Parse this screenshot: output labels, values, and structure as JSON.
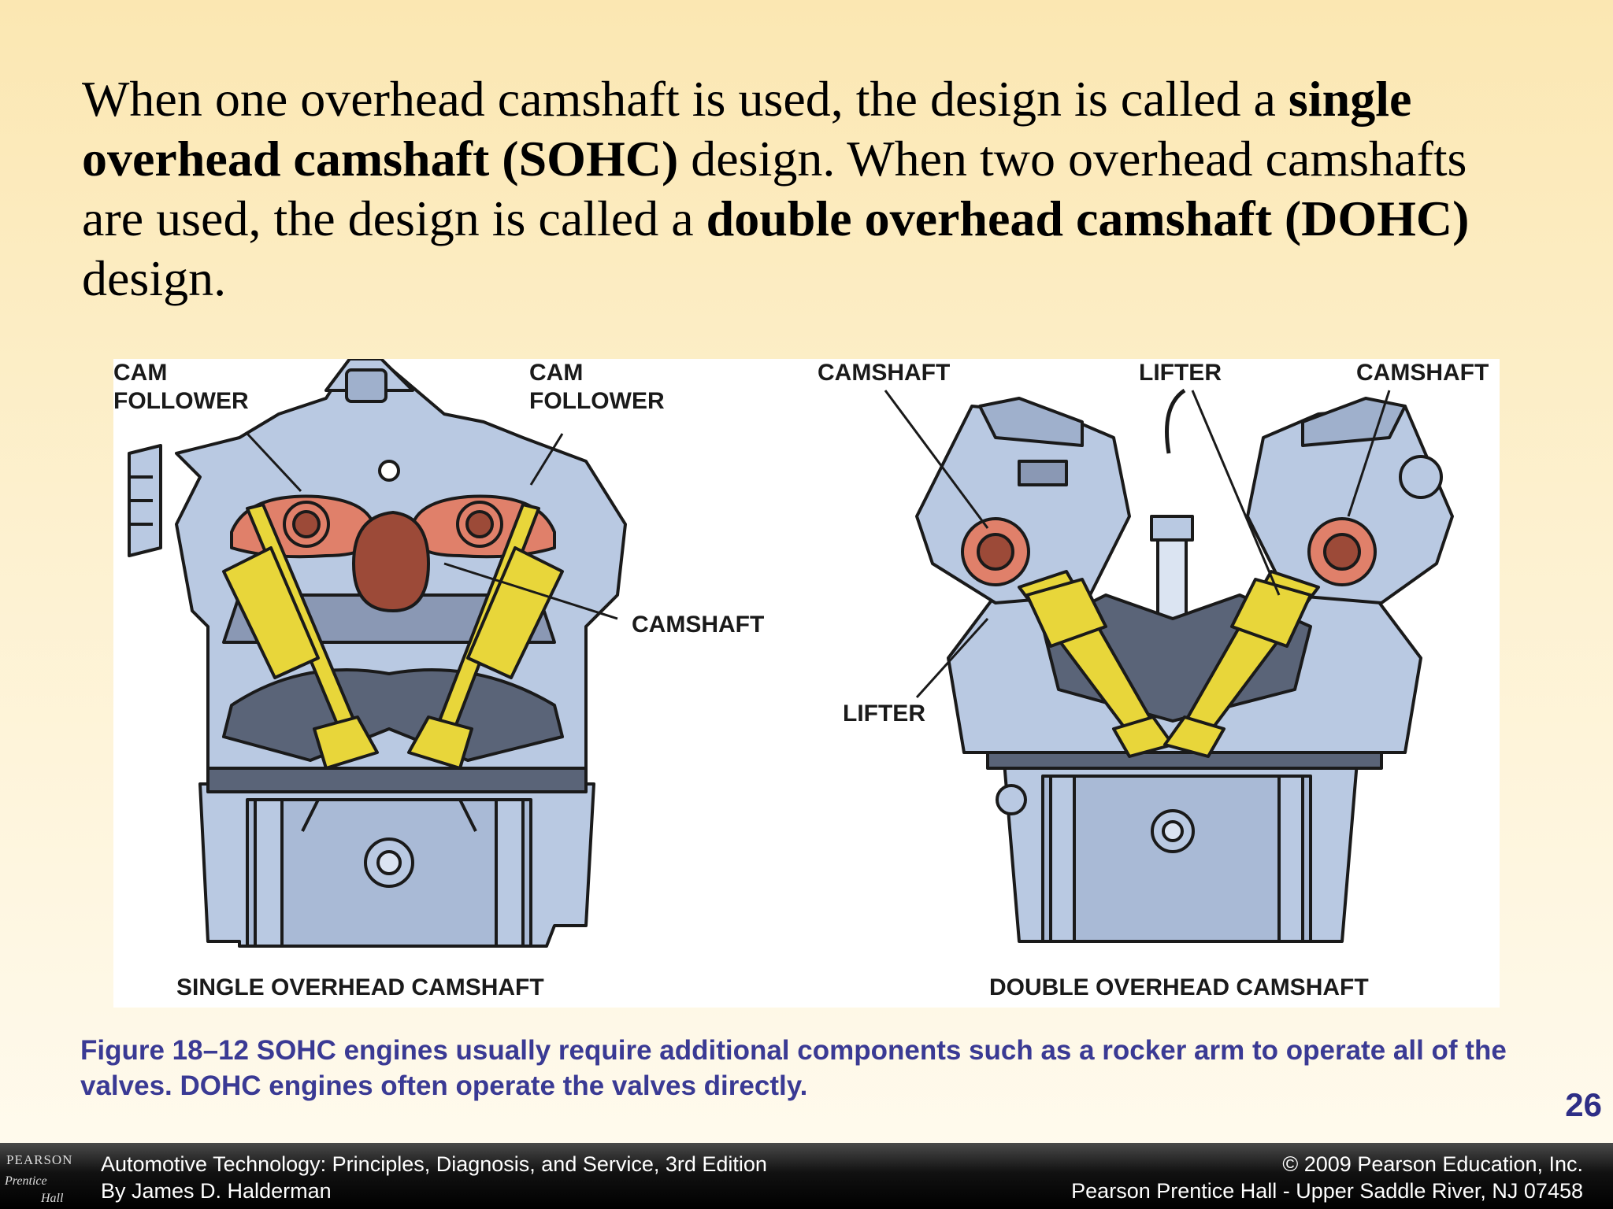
{
  "slide": {
    "heading": {
      "s1": "When one overhead camshaft is used, the design is called a ",
      "s2": "single overhead camshaft (SOHC)",
      "s3": " design. When two overhead camshafts are used, the design is called a ",
      "s4": "double overhead camshaft (DOHC)",
      "s5": " design."
    },
    "figure": {
      "sohc": {
        "cam_follower_left": [
          "CAM",
          "FOLLOWER"
        ],
        "cam_follower_right": [
          "CAM",
          "FOLLOWER"
        ],
        "camshaft": "CAMSHAFT",
        "caption": "SINGLE OVERHEAD CAMSHAFT"
      },
      "dohc": {
        "camshaft_left": "CAMSHAFT",
        "lifter_top": "LIFTER",
        "camshaft_right": "CAMSHAFT",
        "lifter_left": "LIFTER",
        "caption": "DOUBLE OVERHEAD CAMSHAFT"
      }
    },
    "caption": "Figure 18–12 SOHC engines usually require additional components such as a rocker arm to operate all of the valves. DOHC engines often operate the valves directly.",
    "page_number": "26"
  },
  "footer": {
    "logo": [
      "PEARSON",
      "Prentice",
      "Hall"
    ],
    "book_title": "Automotive Technology: Principles, Diagnosis, and Service, 3rd Edition",
    "author": "By James D. Halderman",
    "copyright": "© 2009 Pearson Education, Inc.",
    "publisher": "Pearson Prentice Hall - Upper Saddle River, NJ 07458"
  },
  "colors": {
    "engine_body": "#b9c9e2",
    "cam_color": "#e0806a",
    "cam_lobe": "#9c4a38",
    "valve_color": "#e8d63a",
    "caption_color": "#3a3a94"
  }
}
